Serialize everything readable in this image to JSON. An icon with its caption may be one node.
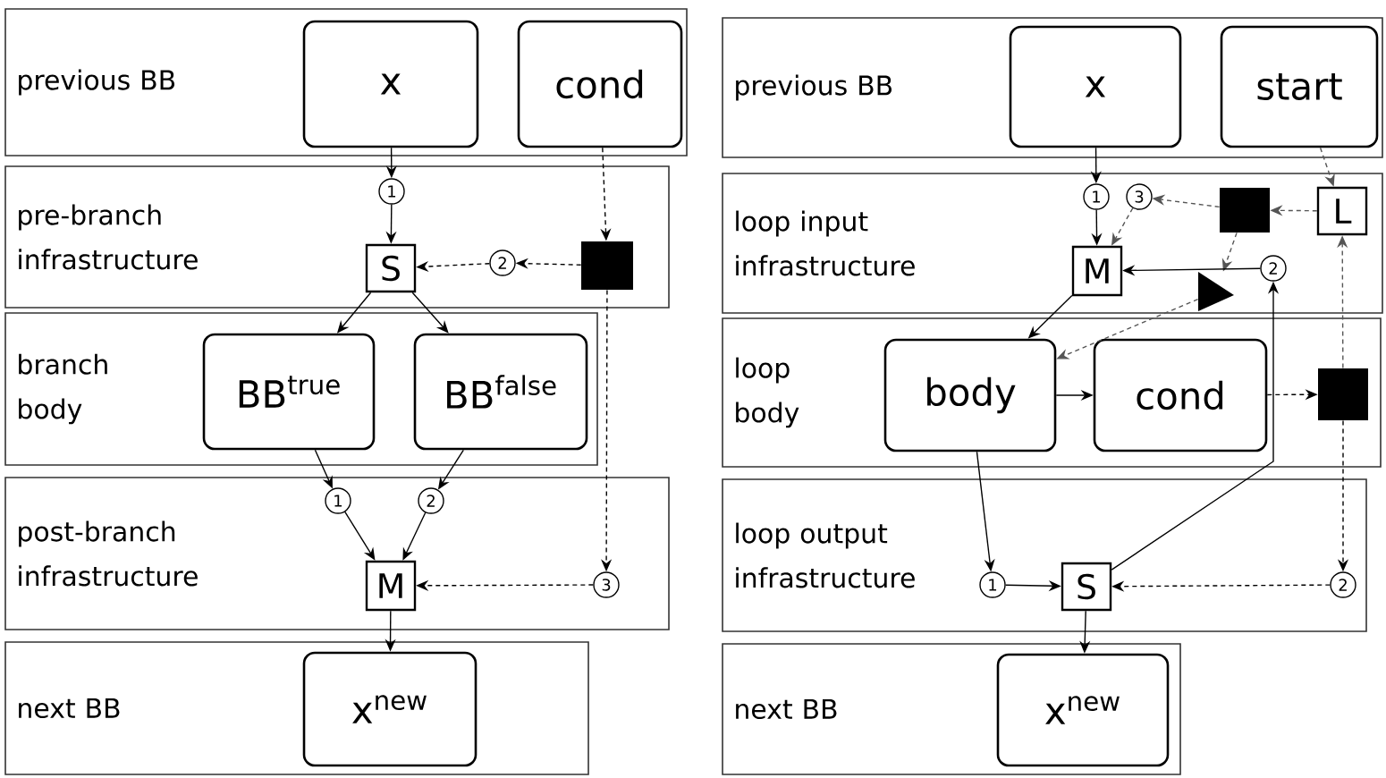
{
  "diagram": {
    "nodes": [
      {
        "text": [
          "previous BB"
        ]
      },
      {
        "text": [
          "x"
        ],
        "in": 0
      },
      {
        "text": [
          "cond"
        ],
        "in": 0
      },
      {
        "text": [
          "pre-branch infrastructure"
        ]
      },
      {
        "text": [
          "1"
        ],
        "in": 3
      },
      {
        "text": [
          "S"
        ],
        "in": 3
      },
      {
        "text": [],
        "shape": "box",
        "in": 3
      },
      {
        "text": [
          "2"
        ],
        "in": 3
      },
      {
        "text": [
          "branch body"
        ]
      },
      {
        "text": [
          "BB$^{true}$"
        ],
        "in": 8
      },
      {
        "text": [
          "BB$^{false}$"
        ],
        "in": 8
      },
      {
        "text": [
          "post-branch infrastructure"
        ]
      },
      {
        "text": [
          "1"
        ],
        "in": 11
      },
      {
        "text": [
          "2"
        ],
        "in": 11
      },
      {
        "text": [
          "M"
        ],
        "in": 11
      },
      {
        "text": [
          "3"
        ],
        "in": 11
      },
      {
        "text": [
          "next BB"
        ]
      },
      {
        "text": [
          "x$^{new}$"
        ],
        "in": 16
      },
      {
        "text": [
          "previous BB"
        ]
      },
      {
        "text": [
          "x"
        ],
        "in": 18
      },
      {
        "text": [
          "start"
        ],
        "in": 18
      },
      {
        "text": [
          "loop input infrastructure"
        ]
      },
      {
        "text": [
          "1"
        ],
        "in": 21
      },
      {
        "text": [
          "3"
        ],
        "in": 21
      },
      {
        "text": [],
        "shape": "box",
        "in": 21
      },
      {
        "text": [
          "L"
        ],
        "in": 21
      },
      {
        "text": [
          "M"
        ],
        "in": 21
      },
      {
        "text": [],
        "shape": "triangle",
        "in": 21
      },
      {
        "text": [
          "2"
        ],
        "in": 21
      },
      {
        "text": [
          "loop body"
        ]
      },
      {
        "text": [
          "body"
        ],
        "in": 29
      },
      {
        "text": [
          "cond"
        ],
        "in": 29
      },
      {
        "text": [],
        "shape": "box",
        "in": 29
      },
      {
        "text": [
          "loop output infrastructure"
        ]
      },
      {
        "text": [
          "1"
        ],
        "in": 33
      },
      {
        "text": [
          "S"
        ],
        "in": 33
      },
      {
        "text": [
          "2"
        ],
        "in": 33
      },
      {
        "text": [
          "next BB"
        ]
      },
      {
        "text": [
          "x$^{new}$"
        ],
        "in": 37
      }
    ],
    "edges": [
      {
        "from": 1,
        "to": 4,
        "arrow": "to"
      },
      {
        "from": 4,
        "to": 5,
        "arrow": "to"
      },
      {
        "from": 2,
        "to": 6,
        "arrow": "to",
        "style": "dashed"
      },
      {
        "from": 6,
        "to": 7,
        "arrow": "to",
        "style": "dashed"
      },
      {
        "from": 7,
        "to": 5,
        "arrow": "to",
        "style": "dashed"
      },
      {
        "from": 5,
        "to": 9,
        "arrow": "to"
      },
      {
        "from": 5,
        "to": 10,
        "arrow": "to"
      },
      {
        "from": 9,
        "to": 12,
        "arrow": "to"
      },
      {
        "from": 12,
        "to": 14,
        "arrow": "to"
      },
      {
        "from": 10,
        "to": 13,
        "arrow": "to"
      },
      {
        "from": 13,
        "to": 14,
        "arrow": "to"
      },
      {
        "from": 6,
        "to": 15,
        "arrow": "to",
        "style": "dashed"
      },
      {
        "from": 15,
        "to": 14,
        "arrow": "to",
        "style": "dashed"
      },
      {
        "from": 14,
        "to": 17,
        "arrow": "to"
      },
      {
        "from": 19,
        "to": 22,
        "arrow": "to"
      },
      {
        "from": 22,
        "to": 26,
        "arrow": "to"
      },
      {
        "from": 23,
        "to": 26,
        "arrow": "to",
        "style": "dashed",
        "color": "#555555"
      },
      {
        "from": 24,
        "to": 23,
        "arrow": "to",
        "style": "dashed",
        "color": "#555555"
      },
      {
        "from": 25,
        "to": 24,
        "arrow": "to",
        "style": "dashed",
        "color": "#555555"
      },
      {
        "from": 20,
        "to": 25,
        "arrow": "to",
        "style": "dashed",
        "color": "#555555"
      },
      {
        "from": 24,
        "to": 27,
        "arrow": "to",
        "style": "dashed",
        "color": "#555555"
      },
      {
        "from": 28,
        "to": 26,
        "arrow": "to"
      },
      {
        "from": 27,
        "to": 30,
        "arrow": "to",
        "style": "dashed",
        "color": "#555555"
      },
      {
        "from": 26,
        "to": 30,
        "arrow": "to"
      },
      {
        "from": 30,
        "to": 31,
        "arrow": "to"
      },
      {
        "from": 31,
        "to": 32,
        "arrow": "to",
        "style": "dashed"
      },
      {
        "from": 32,
        "to": 25,
        "arrow": "to",
        "style": "dashed",
        "color": "#555555"
      },
      {
        "from": 32,
        "to": 36,
        "arrow": "to",
        "style": "dashed"
      },
      {
        "from": 36,
        "to": 35,
        "arrow": "to",
        "style": "dashed"
      },
      {
        "from": 30,
        "to": 34,
        "arrow": "to"
      },
      {
        "from": 34,
        "to": 35,
        "arrow": "to"
      },
      {
        "from": 35,
        "to": 28,
        "arrow": "to"
      },
      {
        "from": 35,
        "to": 38,
        "arrow": "to"
      }
    ]
  }
}
